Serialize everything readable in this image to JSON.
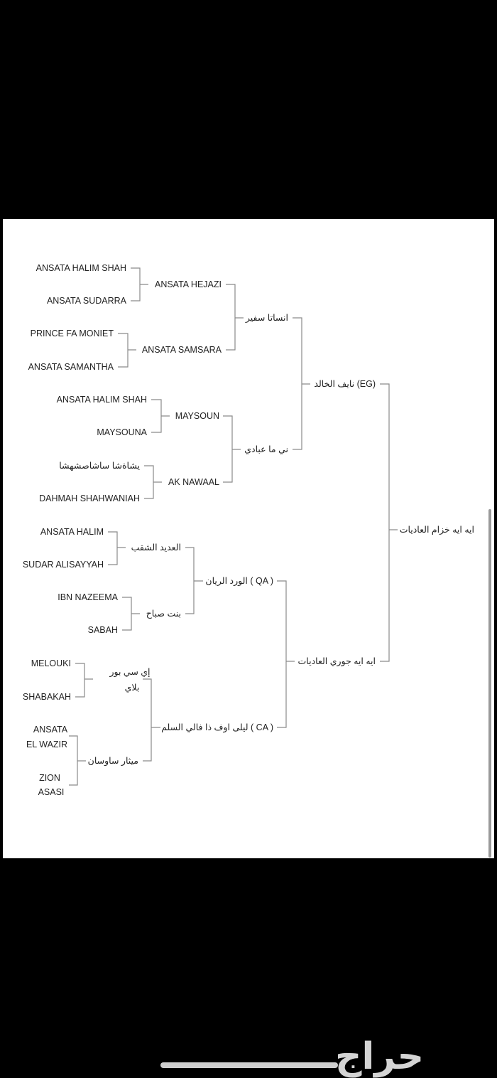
{
  "pedigree": {
    "root": "ايه ايه خزام العاديات",
    "sire": "نايف الخالد (EG)",
    "dam": "ايه ايه جوري العاديات",
    "sire_sire": "انساتا سفير",
    "sire_dam": "ني ما عبادي",
    "dam_sire": "الورد الريان ( QA )",
    "dam_dam": "ليلى اوف ذا فالي السلم ( CA )",
    "g3": {
      "a": "ANSATA HEJAZI",
      "b": "ANSATA SAMSARA",
      "c": "MAYSOUN",
      "d": "AK NAWAAL",
      "e": "العديد الشقب",
      "f": "بنت صباح",
      "g_line1": "إي سي بور",
      "g_line2": "بلاي",
      "h": "ميثار ساوسان"
    },
    "g4": {
      "a1": "ANSATA HALIM SHAH",
      "a2": "ANSATA SUDARRA",
      "b1": "PRINCE FA MONIET",
      "b2": "ANSATA SAMANTHA",
      "c1": "ANSATA HALIM SHAH",
      "c2": "MAYSOUNA",
      "d1": "يشاةشا ساشاصشهشا",
      "d2": "DAHMAH SHAHWANIAH",
      "e1": "ANSATA HALIM",
      "e2": "SUDAR ALISAYYAH",
      "f1": "IBN NAZEEMA",
      "f2": "SABAH",
      "g1": "MELOUKI",
      "g2": "SHABAKAH",
      "h1_line1": "ANSATA",
      "h1_line2": "EL WAZIR",
      "h2_line1": "ZION",
      "h2_line2": "ASASI"
    }
  },
  "watermark": "حراج",
  "colors": {
    "line": "#8a8a8a",
    "panel": "#ffffff",
    "background": "#000000"
  }
}
